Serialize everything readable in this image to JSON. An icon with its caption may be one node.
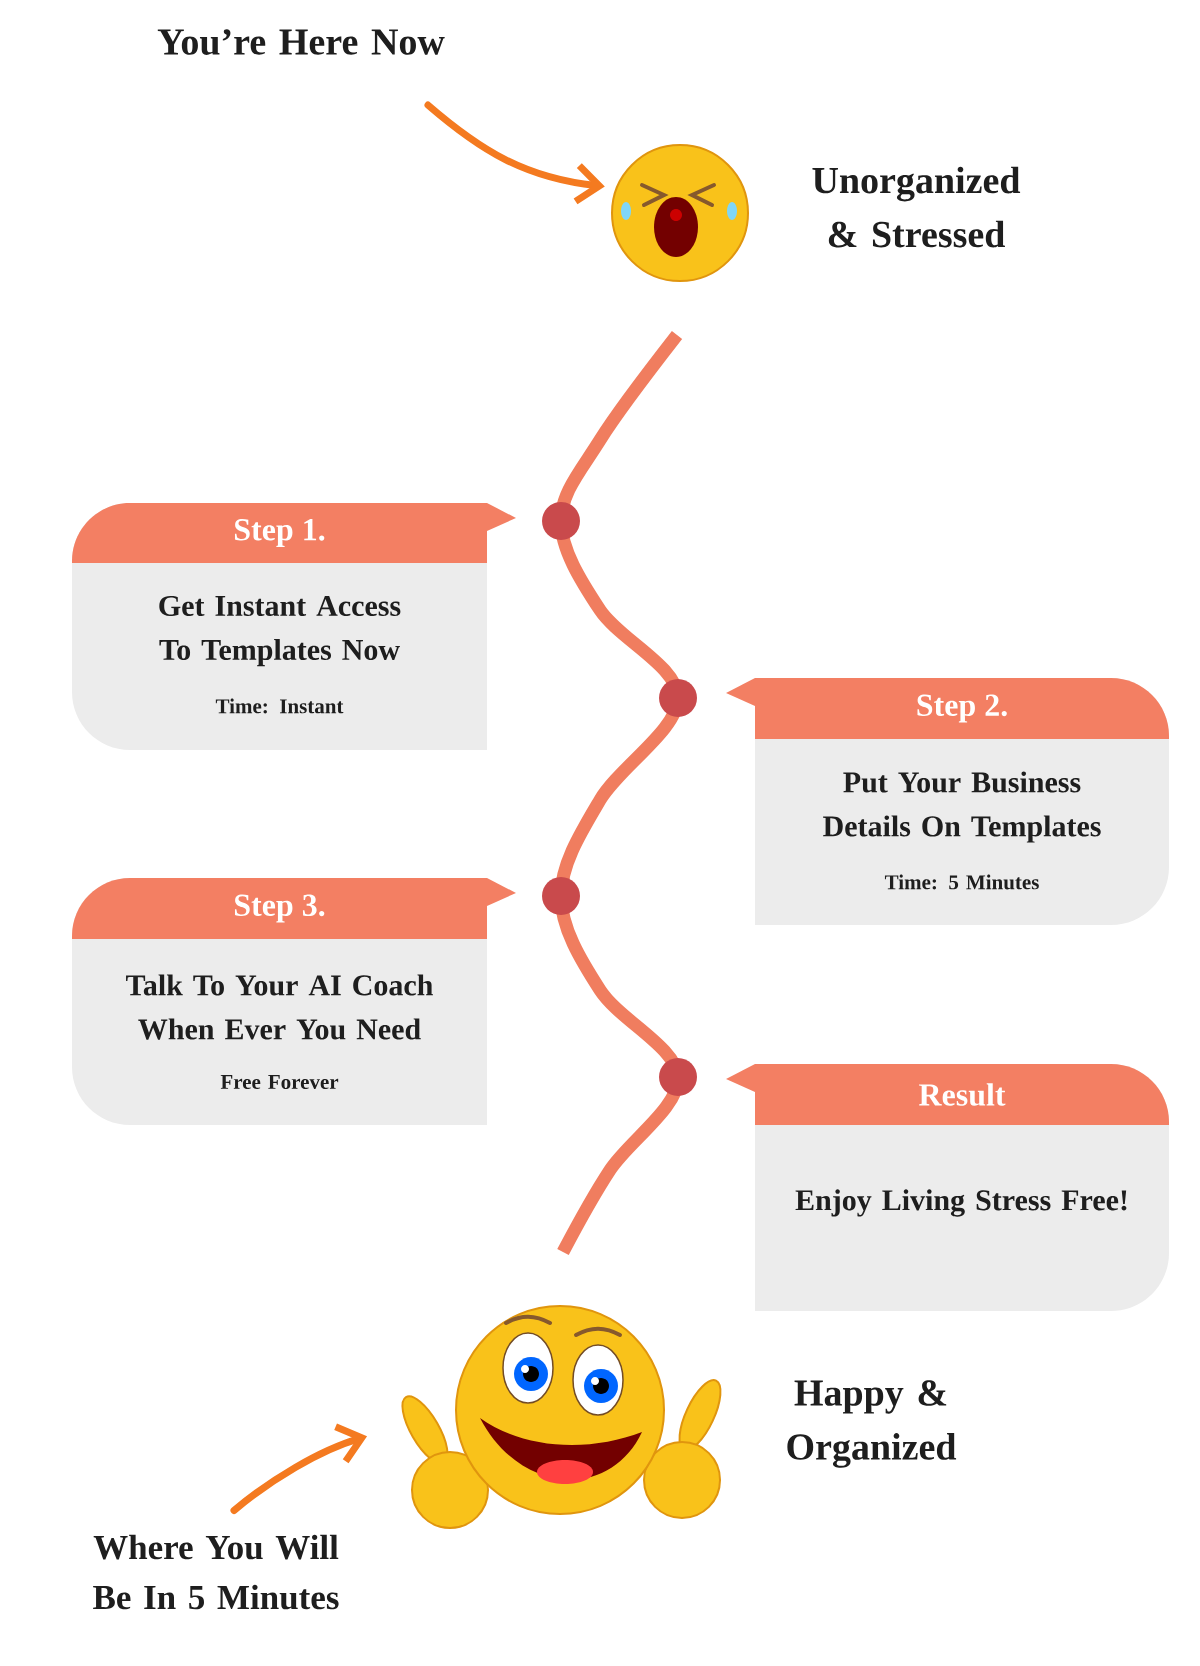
{
  "diagram": {
    "nodes": [
      {
        "text": [
          "You’re Here Now"
        ]
      },
      {
        "text": [],
        "shape": "picture",
        "beside": [
          "Unorganized & Stressed"
        ]
      },
      {
        "text": [
          "Step 1.",
          "Get Instant Access To Templates Now",
          "Time: Instant"
        ]
      },
      {
        "text": [
          "Step 2.",
          "Put Your Business Details On Templates",
          "Time: 5 Minutes"
        ]
      },
      {
        "text": [
          "Step 3.",
          "Talk To Your AI Coach When Ever You Need",
          "Free Forever"
        ]
      },
      {
        "text": [
          "Result",
          "Enjoy Living Stress Free!"
        ]
      },
      {
        "text": [],
        "shape": "picture",
        "beside": [
          "Happy & Organized"
        ]
      },
      {
        "text": [
          "Where You Will Be In 5 Minutes"
        ]
      }
    ],
    "edges": [
      {
        "from": 0,
        "to": 1,
        "arrow": "to"
      },
      {
        "from": 7,
        "to": 6,
        "arrow": "to"
      }
    ]
  }
}
